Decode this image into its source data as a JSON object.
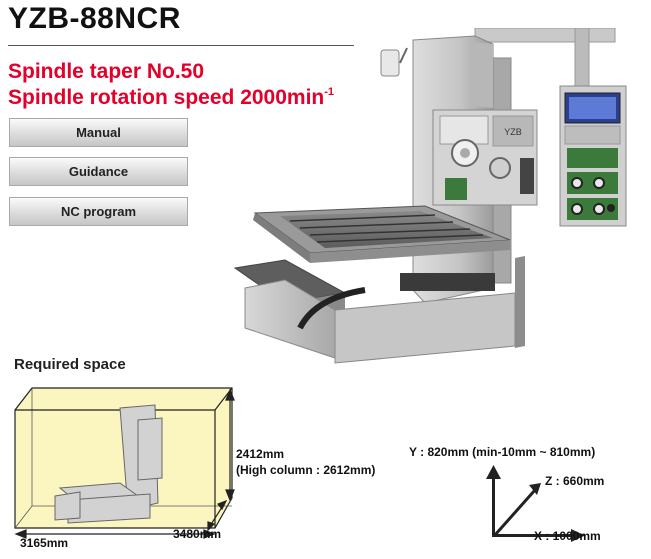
{
  "model": "YZB-88NCR",
  "specs": {
    "spindle_taper": "Spindle taper  No.50",
    "speed_text": "Spindle rotation speed  2000min",
    "speed_superscript": "-1"
  },
  "nav": {
    "manual": "Manual",
    "guidance": "Guidance",
    "nc_program": "NC program"
  },
  "machine_panel": {
    "screen_label": "YZB"
  },
  "required_space": {
    "title": "Required space",
    "height": "2412mm",
    "high_column": "(High column : 2612mm)",
    "width": "3480mm",
    "depth": "3165mm"
  },
  "axes": {
    "y": "Y : 820mm (min-10mm ~ 810mm)",
    "z": "Z : 660mm",
    "x": "X : 1000mm"
  },
  "colors": {
    "accent_red": "#e4002b",
    "machine_green": "#3c7a3c",
    "room_fill": "#fbf6c0"
  }
}
